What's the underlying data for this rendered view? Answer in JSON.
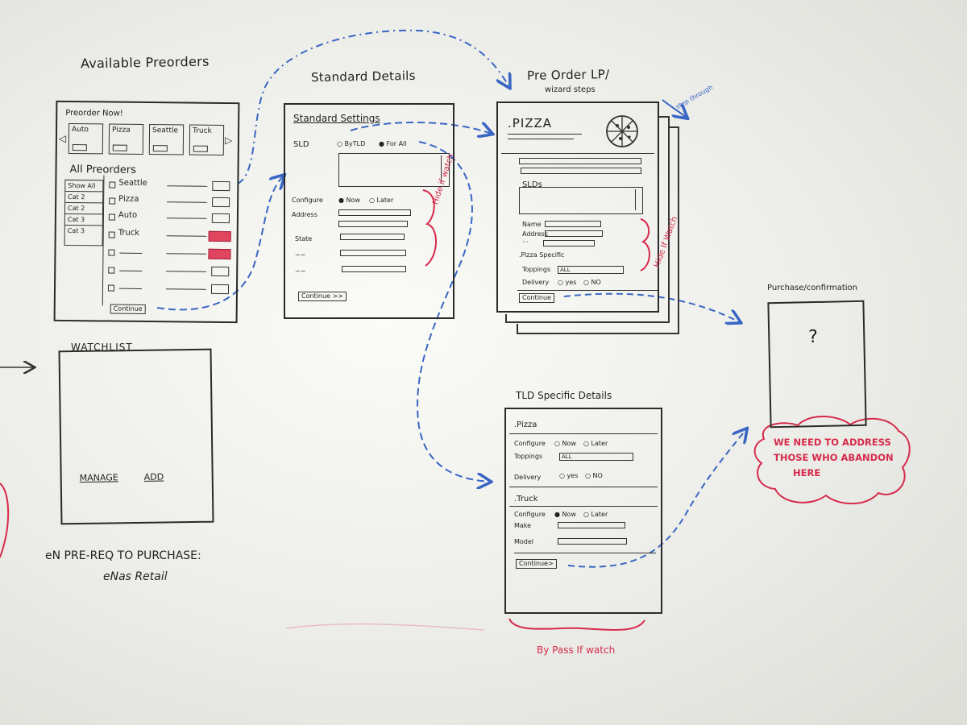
{
  "available": {
    "title": "Available Preorders",
    "preorder_now": "Preorder Now!",
    "tiles": [
      "Auto",
      "Pizza",
      "Seattle",
      "Truck"
    ],
    "all_label": "All Preorders",
    "cats": [
      "Show All",
      "Cat 2",
      "Cat 2",
      "Cat 3",
      "Cat 3"
    ],
    "rows": [
      "Seattle",
      "Pizza",
      "Auto",
      "Truck"
    ],
    "continue": "Continue"
  },
  "standard": {
    "title": "Standard Details",
    "settings": "Standard Settings",
    "sld": "SLD",
    "by_tld": "ByTLD",
    "for_all": "For All",
    "configure": "Configure",
    "now": "Now",
    "later": "Later",
    "address": "Address",
    "state": "State",
    "continue": "Continue >>",
    "hide_note": "Hide if watch"
  },
  "preorder_lp": {
    "title_line1": "Pre Order LP/",
    "title_line2": "wizard steps",
    "step_note": "step through",
    "pizza": ".PIZZA",
    "slds": "SLDs",
    "name": "Name",
    "address": "Address",
    "pizza_specific": ".Pizza Specific",
    "toppings": "Toppings",
    "toppings_value": "ALL",
    "delivery": "Delivery",
    "yes": "yes",
    "no": "NO",
    "continue": "Continue",
    "hide_note": "Hide If Watch"
  },
  "purchase": {
    "title": "Purchase/confirmation",
    "question": "?"
  },
  "abandon_note": [
    "WE NEED TO ADDRESS",
    "THOSE WHO ABANDON",
    "HERE"
  ],
  "tld": {
    "title": "TLD Specific Details",
    "pizza": ".Pizza",
    "configure": "Configure",
    "now": "Now",
    "later": "Later",
    "toppings": "Toppings",
    "toppings_value": "ALL",
    "delivery": "Delivery",
    "yes": "yes",
    "no": "NO",
    "truck": ".Truck",
    "make": "Make",
    "model": "Model",
    "continue": "Continue>",
    "bypass_note": "By Pass If watch"
  },
  "watchlist": {
    "title": "WATCHLIST",
    "manage": "MANAGE",
    "add": "ADD"
  },
  "footer": {
    "line1": "eN PRE-REQ TO PURCHASE:",
    "line2": "eNas Retail"
  },
  "colors": {
    "ink": "#222222",
    "blue": "#3a66c4",
    "red": "#d62a4b"
  }
}
